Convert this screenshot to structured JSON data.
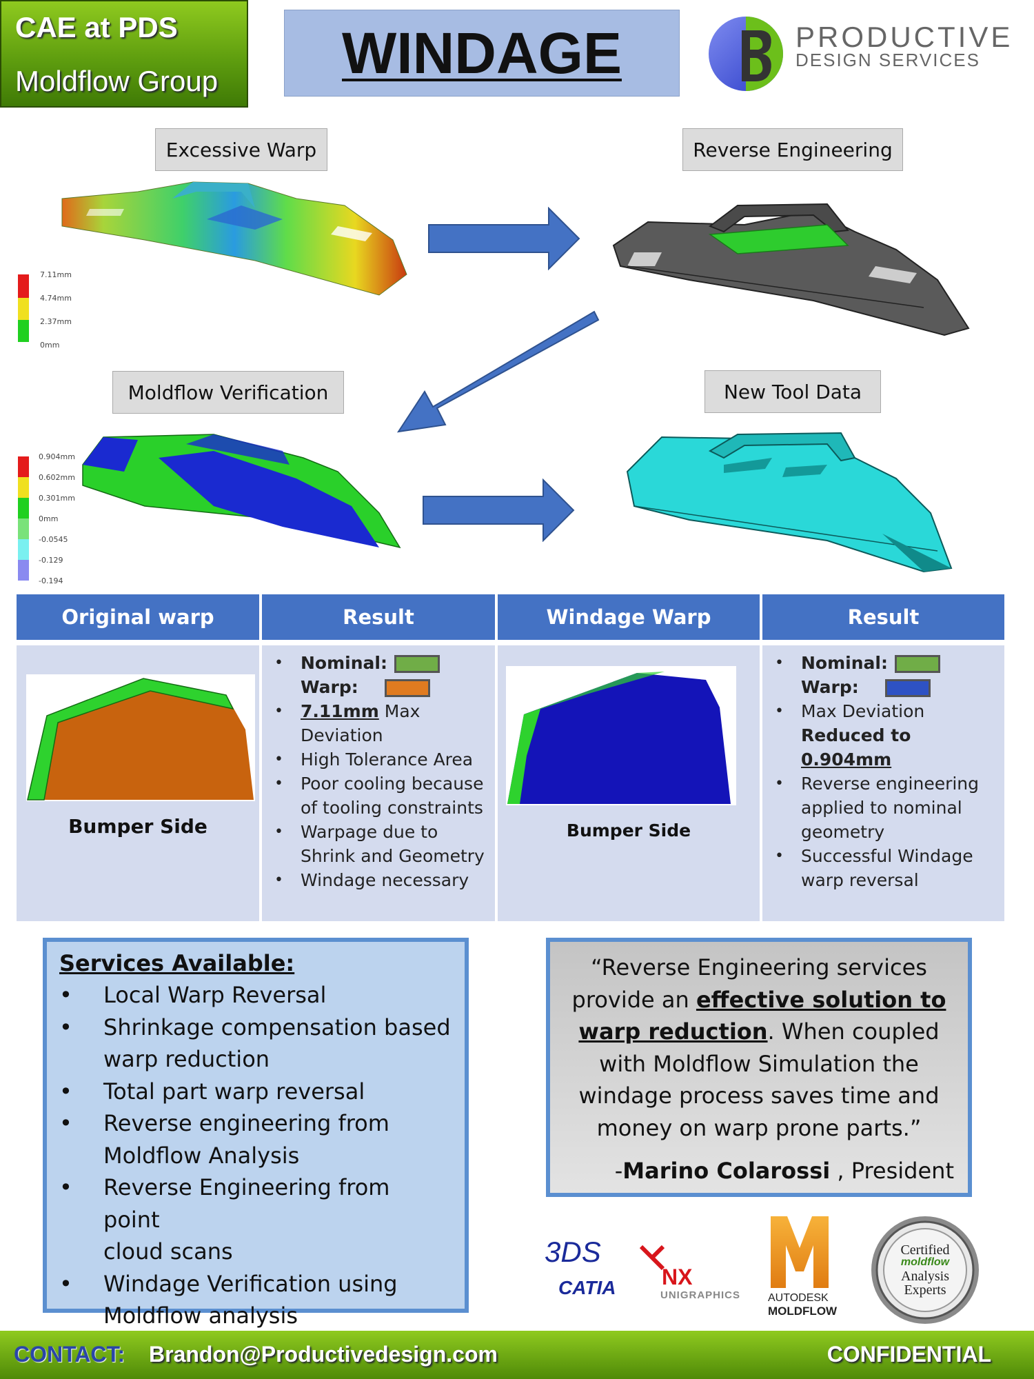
{
  "header": {
    "cae_line1": "CAE at PDS",
    "cae_line2": "Moldflow Group",
    "title": "WINDAGE",
    "logo_line1": "PRODUCTIVE",
    "logo_line2": "DESIGN SERVICES"
  },
  "steps": {
    "excessive_warp": "Excessive Warp",
    "reverse_engineering": "Reverse Engineering",
    "moldflow_verification": "Moldflow Verification",
    "new_tool_data": "New Tool Data"
  },
  "scales": {
    "warp": [
      "7.11mm",
      "4.74mm",
      "2.37mm",
      "0mm"
    ],
    "verification": [
      "0.904mm",
      "0.602mm",
      "0.301mm",
      "0mm",
      "-0.0545",
      "-0.129",
      "-0.194"
    ]
  },
  "table": {
    "headers": [
      "Original warp",
      "Result",
      "Windage Warp",
      "Result"
    ],
    "original_caption": "Bumper Side",
    "windage_caption": "Bumper Side",
    "result1": {
      "nominal_label": "Nominal:",
      "warp_label": "Warp:",
      "max_value": "7.11mm",
      "max_text": "Max",
      "max_text2": "Deviation",
      "items": [
        "High Tolerance Area",
        "Poor cooling because",
        "of tooling constraints",
        "Warpage due to",
        "Shrink and Geometry",
        "Windage necessary"
      ]
    },
    "result2": {
      "nominal_label": "Nominal:",
      "warp_label": "Warp:",
      "max_text": "Max Deviation",
      "reduced_text": "Reduced to",
      "reduced_value": "0.904mm",
      "items": [
        "Reverse engineering",
        "applied to nominal",
        "geometry",
        "Successful Windage",
        "warp reversal"
      ]
    }
  },
  "services": {
    "title": "Services Available:",
    "items": [
      "Local Warp Reversal",
      "Shrinkage compensation based",
      "warp reduction",
      "Total part warp reversal",
      "Reverse engineering from",
      "Moldflow Analysis",
      "Reverse Engineering from point",
      "cloud scans",
      "Windage Verification using",
      "Moldflow analysis"
    ]
  },
  "quote": {
    "line1": "“Reverse Engineering services",
    "line2a": "provide an ",
    "line2b": "effective solution to",
    "line3a": "warp reduction",
    "line3b": ". When coupled",
    "line4": "with Moldflow Simulation the",
    "line5": "windage process saves time and",
    "line6": "money on warp prone parts.”",
    "sig_dash": "-",
    "sig_name": "Marino Colarossi",
    "sig_role": " , President"
  },
  "logos": {
    "catia": "CATIA",
    "ds": "3DS",
    "nx": "NX",
    "unigraphics": "UNIGRAPHICS",
    "autodesk": "AUTODESK",
    "moldflow": "MOLDFLOW",
    "cert1": "Certified",
    "cert2": "moldflow",
    "cert3": "Analysis",
    "cert4": "Experts"
  },
  "footer": {
    "contact": "CONTACT:",
    "email": "Brandon@Productivedesign.com",
    "confidential": "CONFIDENTIAL"
  },
  "colors": {
    "nominal": "#70ad47",
    "warp_original": "#e07b20",
    "warp_windage": "#2e52c4",
    "header_blue": "#4472c4"
  }
}
